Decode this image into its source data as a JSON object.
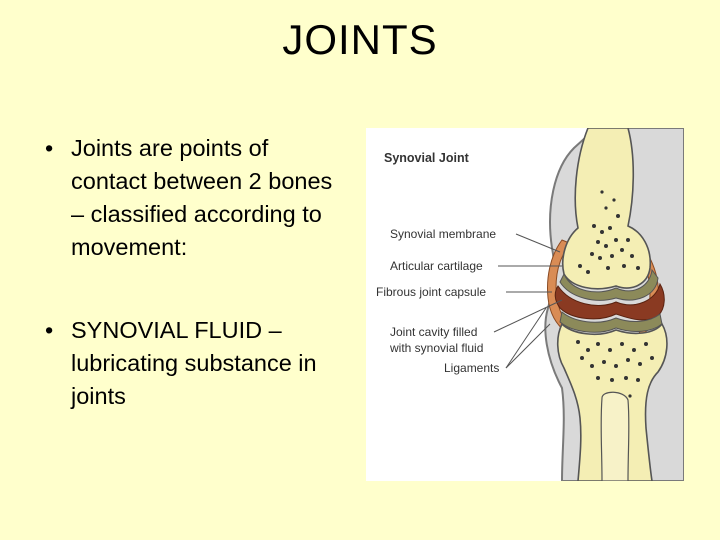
{
  "slide": {
    "title": "JOINTS",
    "bullets": [
      {
        "marker": "•",
        "text": "Joints are points of contact between 2 bones – classified according to movement:"
      },
      {
        "marker": "•",
        "text": "SYNOVIAL FLUID – lubricating substance in joints"
      }
    ]
  },
  "figure": {
    "title": "Synovial Joint",
    "labels": {
      "synovial_membrane": "Synovial membrane",
      "articular_cartilage": "Articular cartilage",
      "fibrous_joint_capsule": "Fibrous joint capsule",
      "joint_cavity_line1": "Joint cavity filled",
      "joint_cavity_line2": "with synovial fluid",
      "ligaments": "Ligaments"
    }
  },
  "colors": {
    "background": "#ffffcc",
    "bone": "#f4eeb4",
    "cartilage": "#8c8a5a",
    "cavity": "#8a3a22",
    "capsule": "#c8c8c8"
  }
}
